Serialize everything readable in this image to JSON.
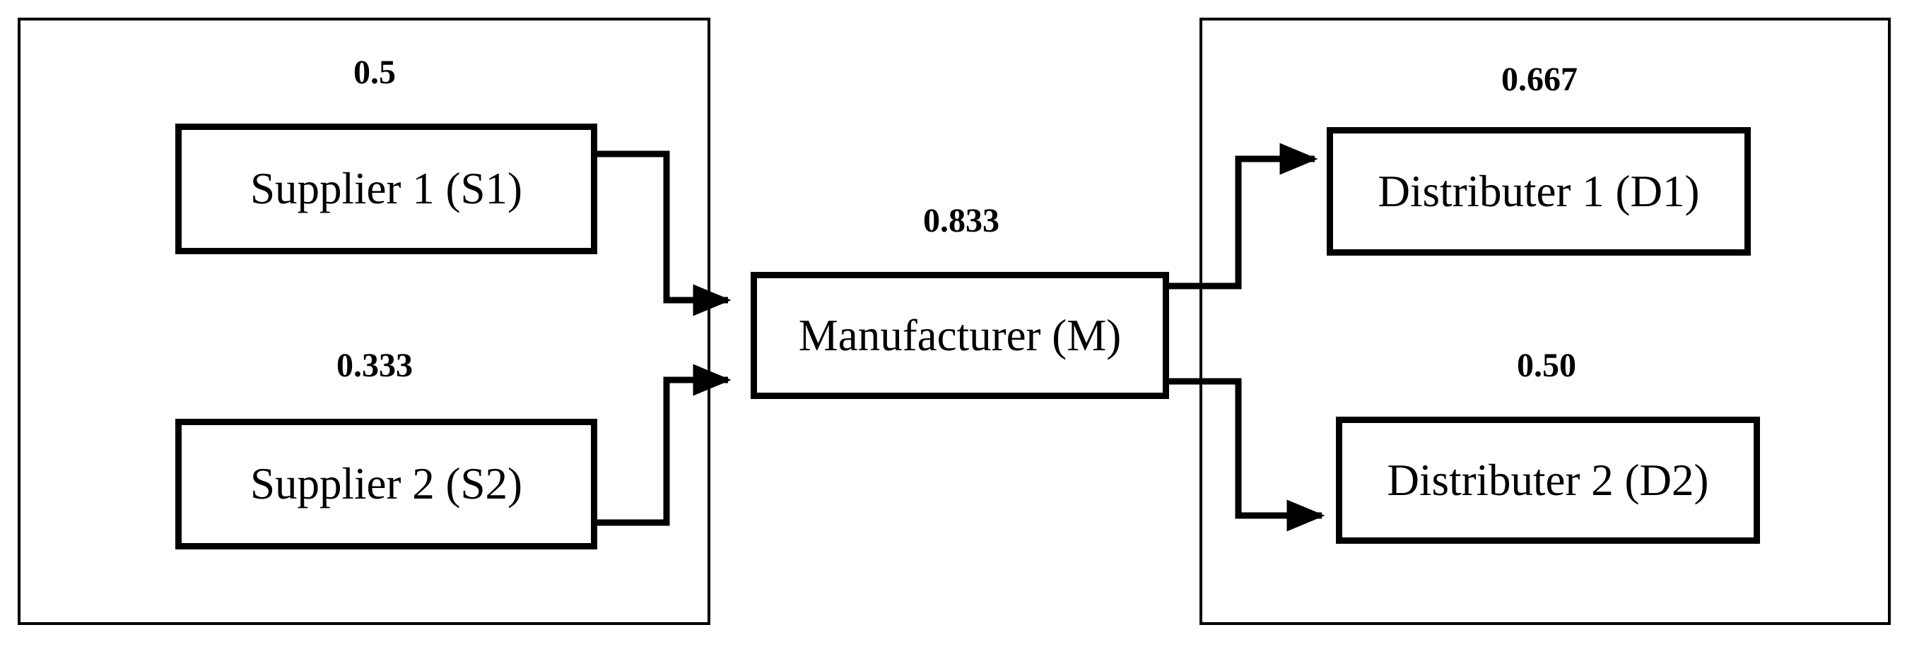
{
  "nodes": {
    "supplier1": {
      "label": "Supplier 1 (S1)",
      "weight": "0.5"
    },
    "supplier2": {
      "label": "Supplier 2 (S2)",
      "weight": "0.333"
    },
    "manufacturer": {
      "label": "Manufacturer (M)",
      "weight": "0.833"
    },
    "distributer1": {
      "label": "Distributer 1 (D1)",
      "weight": "0.667"
    },
    "distributer2": {
      "label": "Distributer 2 (D2)",
      "weight": "0.50"
    }
  },
  "edges": [
    {
      "from": "supplier1",
      "to": "manufacturer"
    },
    {
      "from": "supplier2",
      "to": "manufacturer"
    },
    {
      "from": "manufacturer",
      "to": "distributer1"
    },
    {
      "from": "manufacturer",
      "to": "distributer2"
    }
  ],
  "colors": {
    "stroke": "#000000",
    "background": "#ffffff"
  }
}
